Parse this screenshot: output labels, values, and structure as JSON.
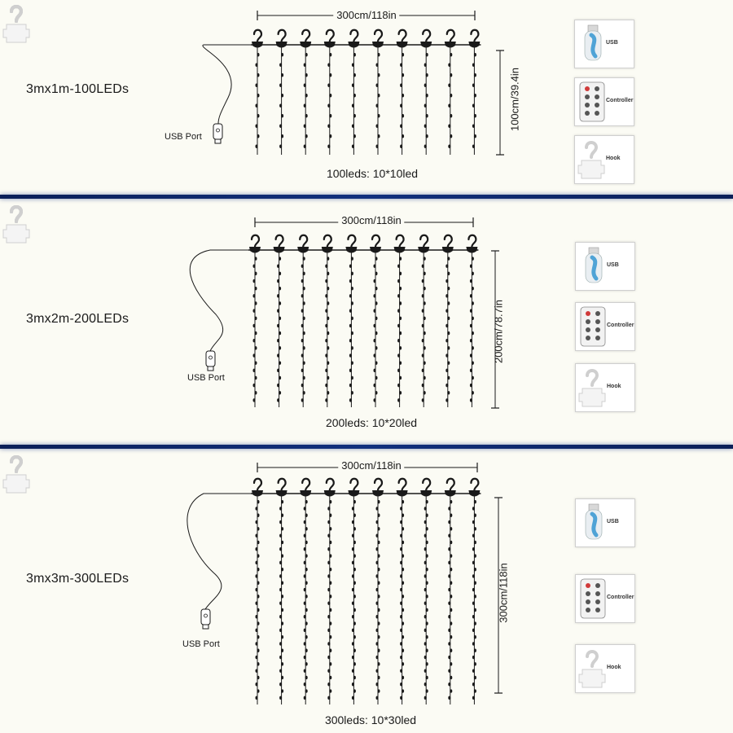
{
  "accessory_labels": {
    "usb": "USB",
    "controller": "Controller",
    "hook": "Hook"
  },
  "panels": [
    {
      "model": "3mx1m-100LEDs",
      "width_label": "300cm/118in",
      "height_label": "100cm/39.4in",
      "led_count": "100leds: 10*10led",
      "usb_port": "USB Port",
      "strands": 10,
      "leds_per_strand": 10
    },
    {
      "model": "3mx2m-200LEDs",
      "width_label": "300cm/118in",
      "height_label": "200cm/78.7in",
      "led_count": "200leds: 10*20led",
      "usb_port": "USB Port",
      "strands": 10,
      "leds_per_strand": 20
    },
    {
      "model": "3mx3m-300LEDs",
      "width_label": "300cm/118in",
      "height_label": "300cm/118in",
      "led_count": "300leds: 10*30led",
      "usb_port": "USB Port",
      "strands": 10,
      "leds_per_strand": 30
    }
  ],
  "colors": {
    "wire": "#1a1a1a",
    "divider": "#11307e",
    "usb_stick": "#4fa3d6"
  }
}
